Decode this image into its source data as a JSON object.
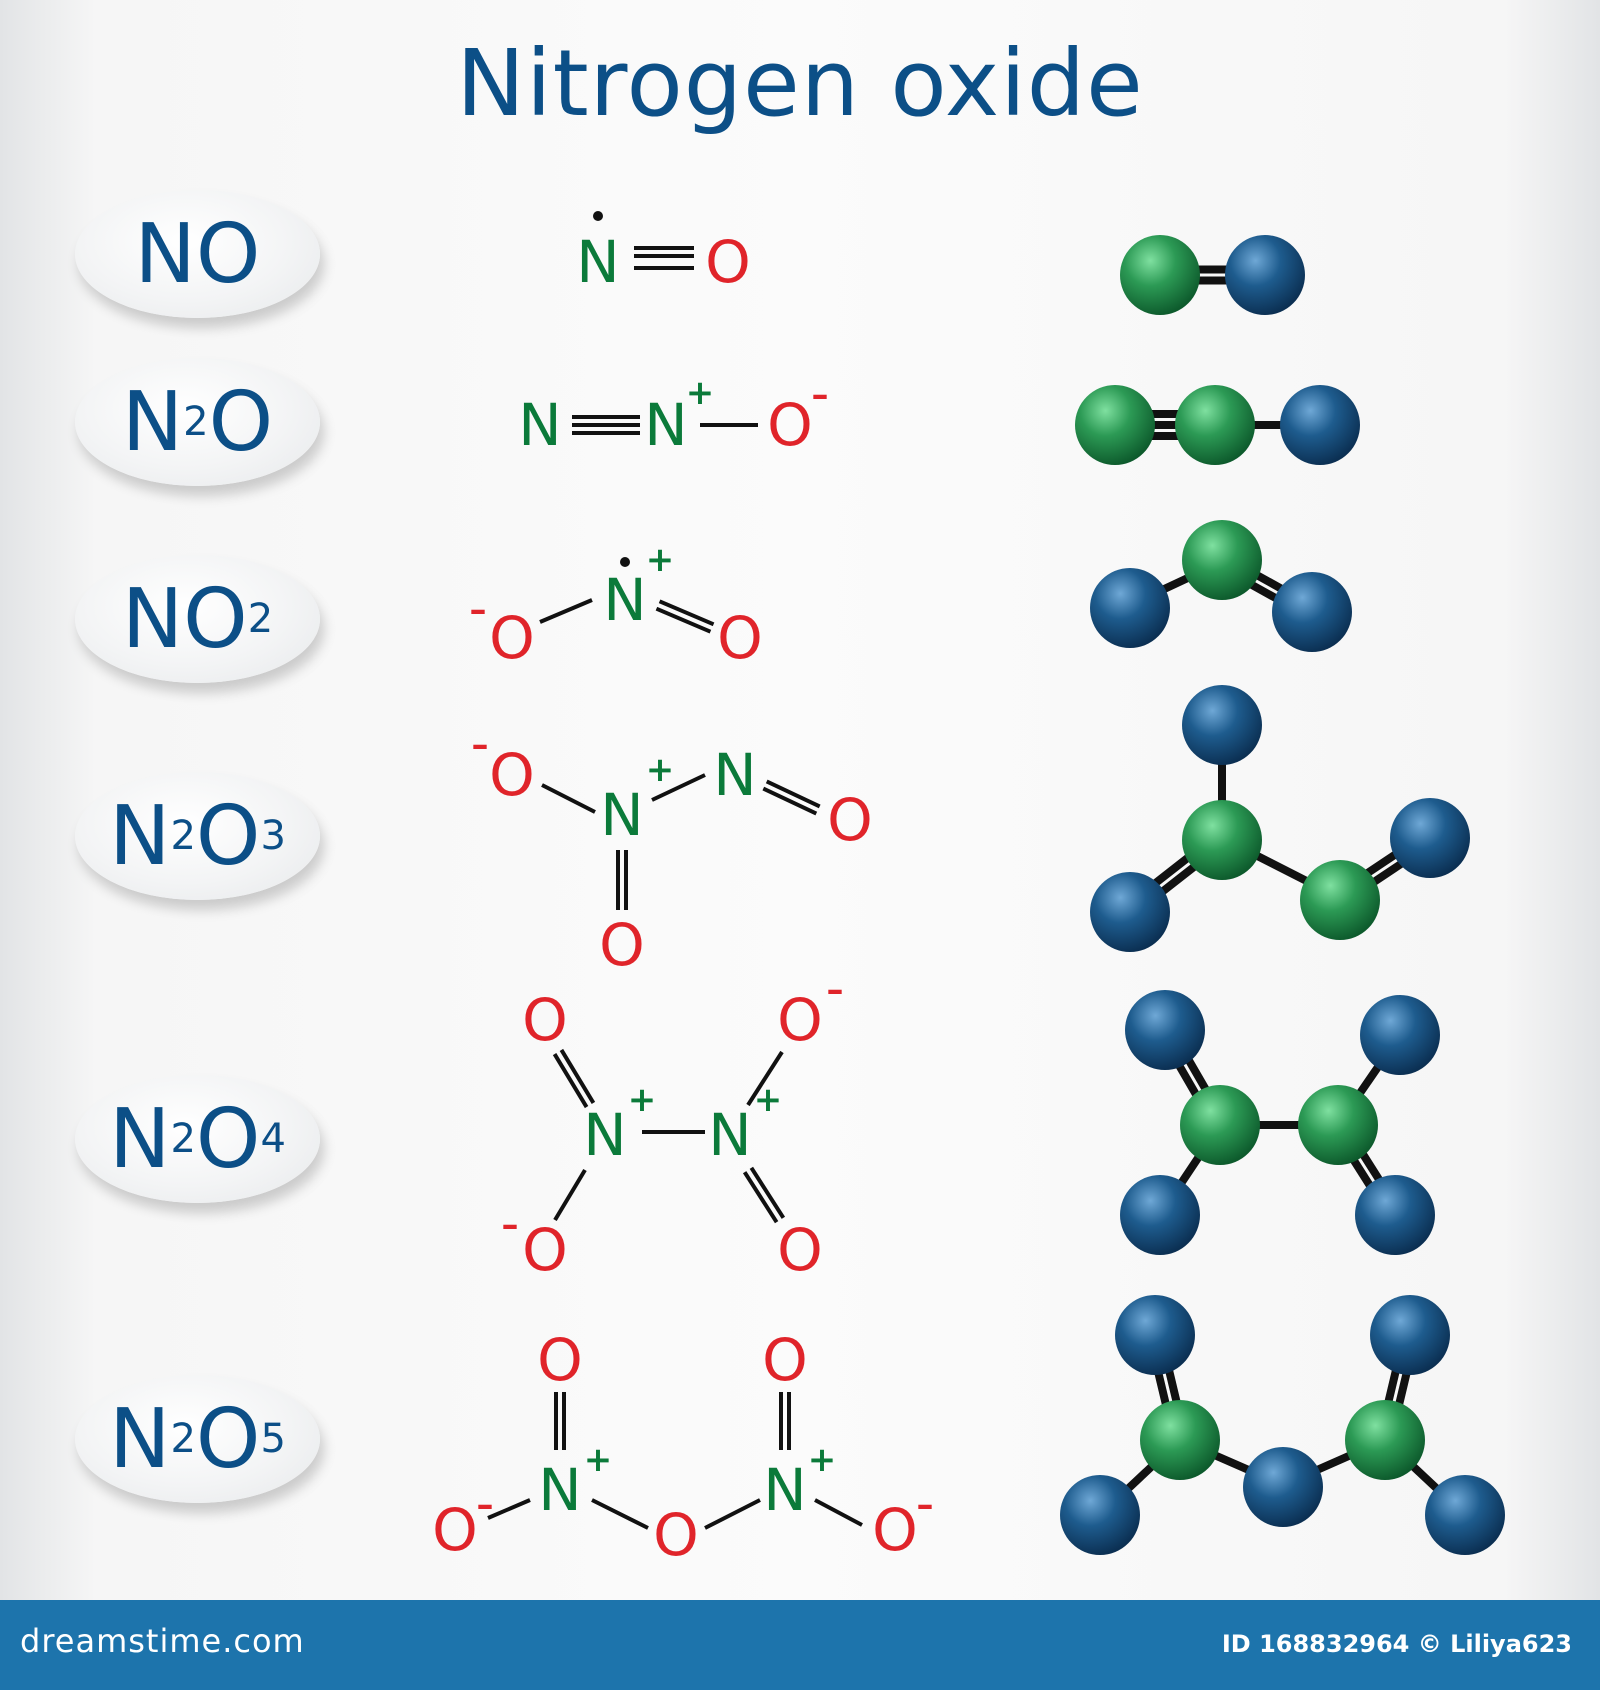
{
  "title": "Nitrogen oxide",
  "colors": {
    "title": "#0c4f87",
    "nitrogen_label": "#0b7a3a",
    "oxygen_label": "#e0242a",
    "nitrogen_ball": "#2c9a55",
    "oxygen_ball": "#1e5c8e",
    "footer": "#1d74ac"
  },
  "formulas": [
    {
      "id": "no",
      "parts": [
        {
          "t": "NO"
        }
      ]
    },
    {
      "id": "n2o",
      "parts": [
        {
          "t": "N"
        },
        {
          "t": "2",
          "sub": true
        },
        {
          "t": "O"
        }
      ]
    },
    {
      "id": "no2",
      "parts": [
        {
          "t": "NO"
        },
        {
          "t": "2",
          "sub": true
        }
      ]
    },
    {
      "id": "n2o3",
      "parts": [
        {
          "t": "N"
        },
        {
          "t": "2",
          "sub": true
        },
        {
          "t": "O"
        },
        {
          "t": "3",
          "sub": true
        }
      ]
    },
    {
      "id": "n2o4",
      "parts": [
        {
          "t": "N"
        },
        {
          "t": "2",
          "sub": true
        },
        {
          "t": "O"
        },
        {
          "t": "4",
          "sub": true
        }
      ]
    },
    {
      "id": "n2o5",
      "parts": [
        {
          "t": "N"
        },
        {
          "t": "2",
          "sub": true
        },
        {
          "t": "O"
        },
        {
          "t": "5",
          "sub": true
        }
      ]
    }
  ],
  "footer": {
    "site": "dreamstime.com",
    "credit": "ID 168832964 © Liliya623"
  }
}
